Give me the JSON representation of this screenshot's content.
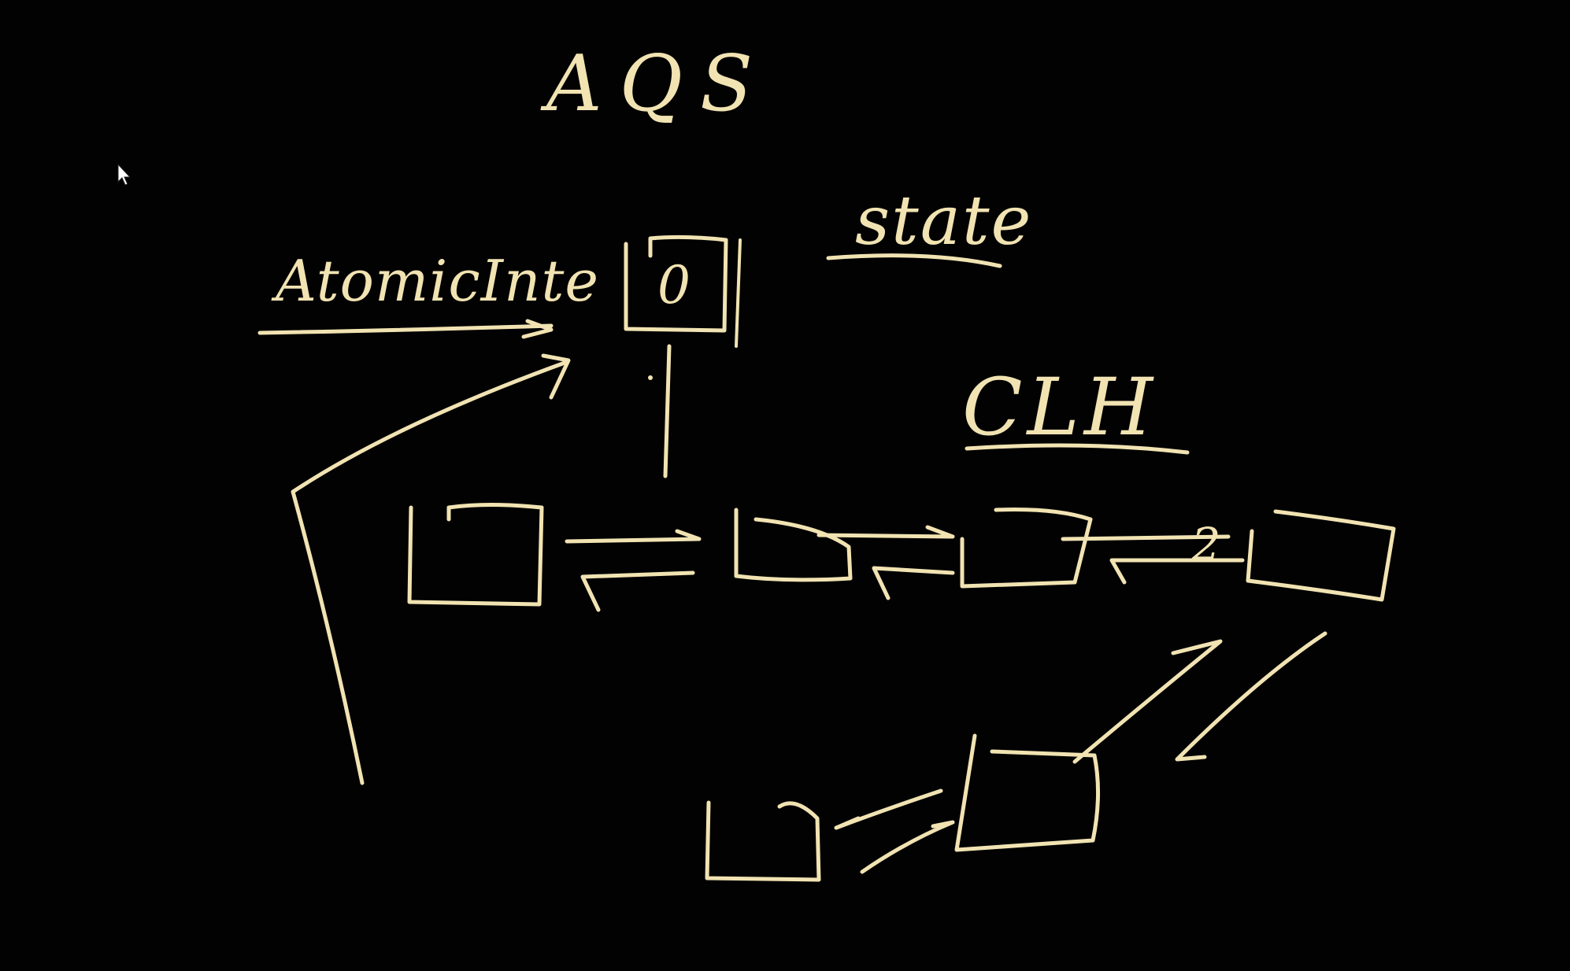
{
  "board": {
    "title": "AQS",
    "atomic_label": "AtomicInte",
    "state_box_value": "0",
    "state_label": "state",
    "queue_label": "CLH",
    "link_label": "2"
  },
  "colors": {
    "background": "#020202",
    "ink": "#f1e3b2",
    "cursor": "#ffffff"
  },
  "icons": {
    "pointer": "mouse-pointer-icon"
  }
}
